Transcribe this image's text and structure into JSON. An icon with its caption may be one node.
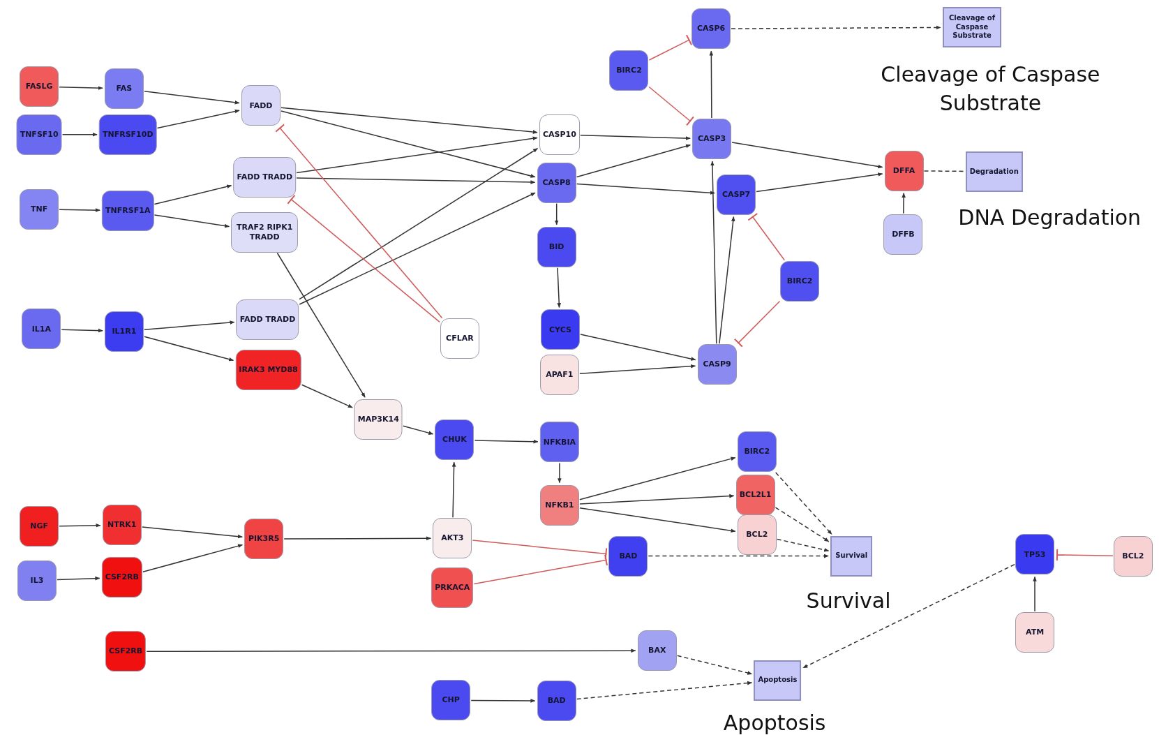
{
  "diagram": {
    "nodes": [
      {
        "text": [
          "FASLG"
        ]
      },
      {
        "text": [
          "FAS"
        ]
      },
      {
        "text": [
          "TNFSF10"
        ]
      },
      {
        "text": [
          "TNFRSF10D"
        ]
      },
      {
        "text": [
          "FADD"
        ]
      },
      {
        "text": [
          "TNF"
        ]
      },
      {
        "text": [
          "TNFRSF1A"
        ]
      },
      {
        "text": [
          "FADD TRADD"
        ]
      },
      {
        "text": [
          "TRAF2 RIPK1 TRADD"
        ]
      },
      {
        "text": [
          "IL1A"
        ]
      },
      {
        "text": [
          "IL1R1"
        ]
      },
      {
        "text": [
          "FADD TRADD"
        ]
      },
      {
        "text": [
          "IRAK3 MYD88"
        ]
      },
      {
        "text": [
          "CFLAR"
        ]
      },
      {
        "text": [
          "CASP10"
        ]
      },
      {
        "text": [
          "CASP8"
        ]
      },
      {
        "text": [
          "BID"
        ]
      },
      {
        "text": [
          "CYCS"
        ]
      },
      {
        "text": [
          "APAF1"
        ]
      },
      {
        "text": [
          "BIRC2"
        ]
      },
      {
        "text": [
          "CASP6"
        ]
      },
      {
        "text": [
          "Cleavage of Caspase Substrate"
        ],
        "beside": [
          "Cleavage of Caspase Substrate"
        ]
      },
      {
        "text": [
          "CASP3"
        ]
      },
      {
        "text": [
          "CASP7"
        ]
      },
      {
        "text": [
          "BIRC2"
        ]
      },
      {
        "text": [
          "CASP9"
        ]
      },
      {
        "text": [
          "DFFA"
        ]
      },
      {
        "text": [
          "Degradation"
        ],
        "beside": [
          "DNA Degradation"
        ]
      },
      {
        "text": [
          "DFFB"
        ]
      },
      {
        "text": [
          "MAP3K14"
        ]
      },
      {
        "text": [
          "CHUK"
        ]
      },
      {
        "text": [
          "NFKBIA"
        ]
      },
      {
        "text": [
          "NFKB1"
        ]
      },
      {
        "text": [
          "BIRC2"
        ]
      },
      {
        "text": [
          "BCL2L1"
        ]
      },
      {
        "text": [
          "BCL2"
        ]
      },
      {
        "text": [
          "Survival"
        ],
        "beside": [
          "Survival"
        ]
      },
      {
        "text": [
          "NGF"
        ]
      },
      {
        "text": [
          "NTRK1"
        ]
      },
      {
        "text": [
          "IL3"
        ]
      },
      {
        "text": [
          "CSF2RB"
        ]
      },
      {
        "text": [
          "PIK3R5"
        ]
      },
      {
        "text": [
          "AKT3"
        ]
      },
      {
        "text": [
          "PRKACA"
        ]
      },
      {
        "text": [
          "BAD"
        ]
      },
      {
        "text": [
          "CSF2RB"
        ]
      },
      {
        "text": [
          "BAX"
        ]
      },
      {
        "text": [
          "CHP"
        ]
      },
      {
        "text": [
          "BAD"
        ]
      },
      {
        "text": [
          "Apoptosis"
        ],
        "beside": [
          "Apoptosis"
        ]
      },
      {
        "text": [
          "TP53"
        ]
      },
      {
        "text": [
          "BCL2"
        ]
      },
      {
        "text": [
          "ATM"
        ]
      }
    ],
    "edges": [
      {
        "from": 0,
        "to": 1,
        "arrow": "to"
      },
      {
        "from": 1,
        "to": 4,
        "arrow": "to"
      },
      {
        "from": 2,
        "to": 3,
        "arrow": "to"
      },
      {
        "from": 3,
        "to": 4,
        "arrow": "to"
      },
      {
        "from": 5,
        "to": 6,
        "arrow": "to"
      },
      {
        "from": 6,
        "to": 7,
        "arrow": "to"
      },
      {
        "from": 6,
        "to": 8,
        "arrow": "to"
      },
      {
        "from": 9,
        "to": 10,
        "arrow": "to"
      },
      {
        "from": 10,
        "to": 11,
        "arrow": "to"
      },
      {
        "from": 10,
        "to": 12,
        "arrow": "to"
      },
      {
        "from": 4,
        "to": 14,
        "arrow": "to"
      },
      {
        "from": 4,
        "to": 15,
        "arrow": "to"
      },
      {
        "from": 7,
        "to": 14,
        "arrow": "to"
      },
      {
        "from": 7,
        "to": 15,
        "arrow": "to"
      },
      {
        "from": 11,
        "to": 14,
        "arrow": "to"
      },
      {
        "from": 11,
        "to": 15,
        "arrow": "to"
      },
      {
        "from": 13,
        "to": 4,
        "arrow": "other",
        "color": "#d05a5a"
      },
      {
        "from": 13,
        "to": 7,
        "arrow": "other",
        "color": "#d05a5a"
      },
      {
        "from": 8,
        "to": 29,
        "arrow": "to"
      },
      {
        "from": 12,
        "to": 29,
        "arrow": "to"
      },
      {
        "from": 29,
        "to": 30,
        "arrow": "to"
      },
      {
        "from": 14,
        "to": 22,
        "arrow": "to"
      },
      {
        "from": 15,
        "to": 22,
        "arrow": "to"
      },
      {
        "from": 15,
        "to": 23,
        "arrow": "to"
      },
      {
        "from": 15,
        "to": 16,
        "arrow": "to"
      },
      {
        "from": 16,
        "to": 17,
        "arrow": "to"
      },
      {
        "from": 17,
        "to": 25,
        "arrow": "to"
      },
      {
        "from": 18,
        "to": 25,
        "arrow": "to"
      },
      {
        "from": 19,
        "to": 20,
        "arrow": "other",
        "color": "#d05a5a"
      },
      {
        "from": 19,
        "to": 22,
        "arrow": "other",
        "color": "#d05a5a"
      },
      {
        "from": 22,
        "to": 20,
        "arrow": "to"
      },
      {
        "from": 22,
        "to": 26,
        "arrow": "to"
      },
      {
        "from": 23,
        "to": 26,
        "arrow": "to"
      },
      {
        "from": 25,
        "to": 22,
        "arrow": "to"
      },
      {
        "from": 25,
        "to": 23,
        "arrow": "to"
      },
      {
        "from": 24,
        "to": 23,
        "arrow": "other",
        "color": "#d05a5a"
      },
      {
        "from": 24,
        "to": 25,
        "arrow": "other",
        "color": "#d05a5a"
      },
      {
        "from": 20,
        "to": 21,
        "arrow": "to",
        "style": "dashed"
      },
      {
        "from": 26,
        "to": 27,
        "arrow": "none",
        "style": "dashed"
      },
      {
        "from": 28,
        "to": 26,
        "arrow": "to"
      },
      {
        "from": 30,
        "to": 31,
        "arrow": "to"
      },
      {
        "from": 31,
        "to": 32,
        "arrow": "to"
      },
      {
        "from": 42,
        "to": 30,
        "arrow": "to"
      },
      {
        "from": 32,
        "to": 33,
        "arrow": "to"
      },
      {
        "from": 32,
        "to": 34,
        "arrow": "to"
      },
      {
        "from": 32,
        "to": 35,
        "arrow": "to"
      },
      {
        "from": 33,
        "to": 36,
        "arrow": "to",
        "style": "dashed"
      },
      {
        "from": 34,
        "to": 36,
        "arrow": "to",
        "style": "dashed"
      },
      {
        "from": 35,
        "to": 36,
        "arrow": "to",
        "style": "dashed"
      },
      {
        "from": 44,
        "to": 36,
        "arrow": "to",
        "style": "dashed"
      },
      {
        "from": 37,
        "to": 38,
        "arrow": "to"
      },
      {
        "from": 39,
        "to": 40,
        "arrow": "to"
      },
      {
        "from": 38,
        "to": 41,
        "arrow": "to"
      },
      {
        "from": 40,
        "to": 41,
        "arrow": "to"
      },
      {
        "from": 41,
        "to": 42,
        "arrow": "to"
      },
      {
        "from": 42,
        "to": 44,
        "arrow": "other",
        "color": "#d05a5a"
      },
      {
        "from": 43,
        "to": 44,
        "arrow": "other",
        "color": "#d05a5a"
      },
      {
        "from": 45,
        "to": 46,
        "arrow": "to"
      },
      {
        "from": 47,
        "to": 48,
        "arrow": "to"
      },
      {
        "from": 46,
        "to": 49,
        "arrow": "to",
        "style": "dashed"
      },
      {
        "from": 48,
        "to": 49,
        "arrow": "to",
        "style": "dashed"
      },
      {
        "from": 50,
        "to": 49,
        "arrow": "to",
        "style": "dashed"
      },
      {
        "from": 52,
        "to": 50,
        "arrow": "to"
      },
      {
        "from": 51,
        "to": 50,
        "arrow": "other",
        "color": "#d05a5a"
      }
    ]
  }
}
